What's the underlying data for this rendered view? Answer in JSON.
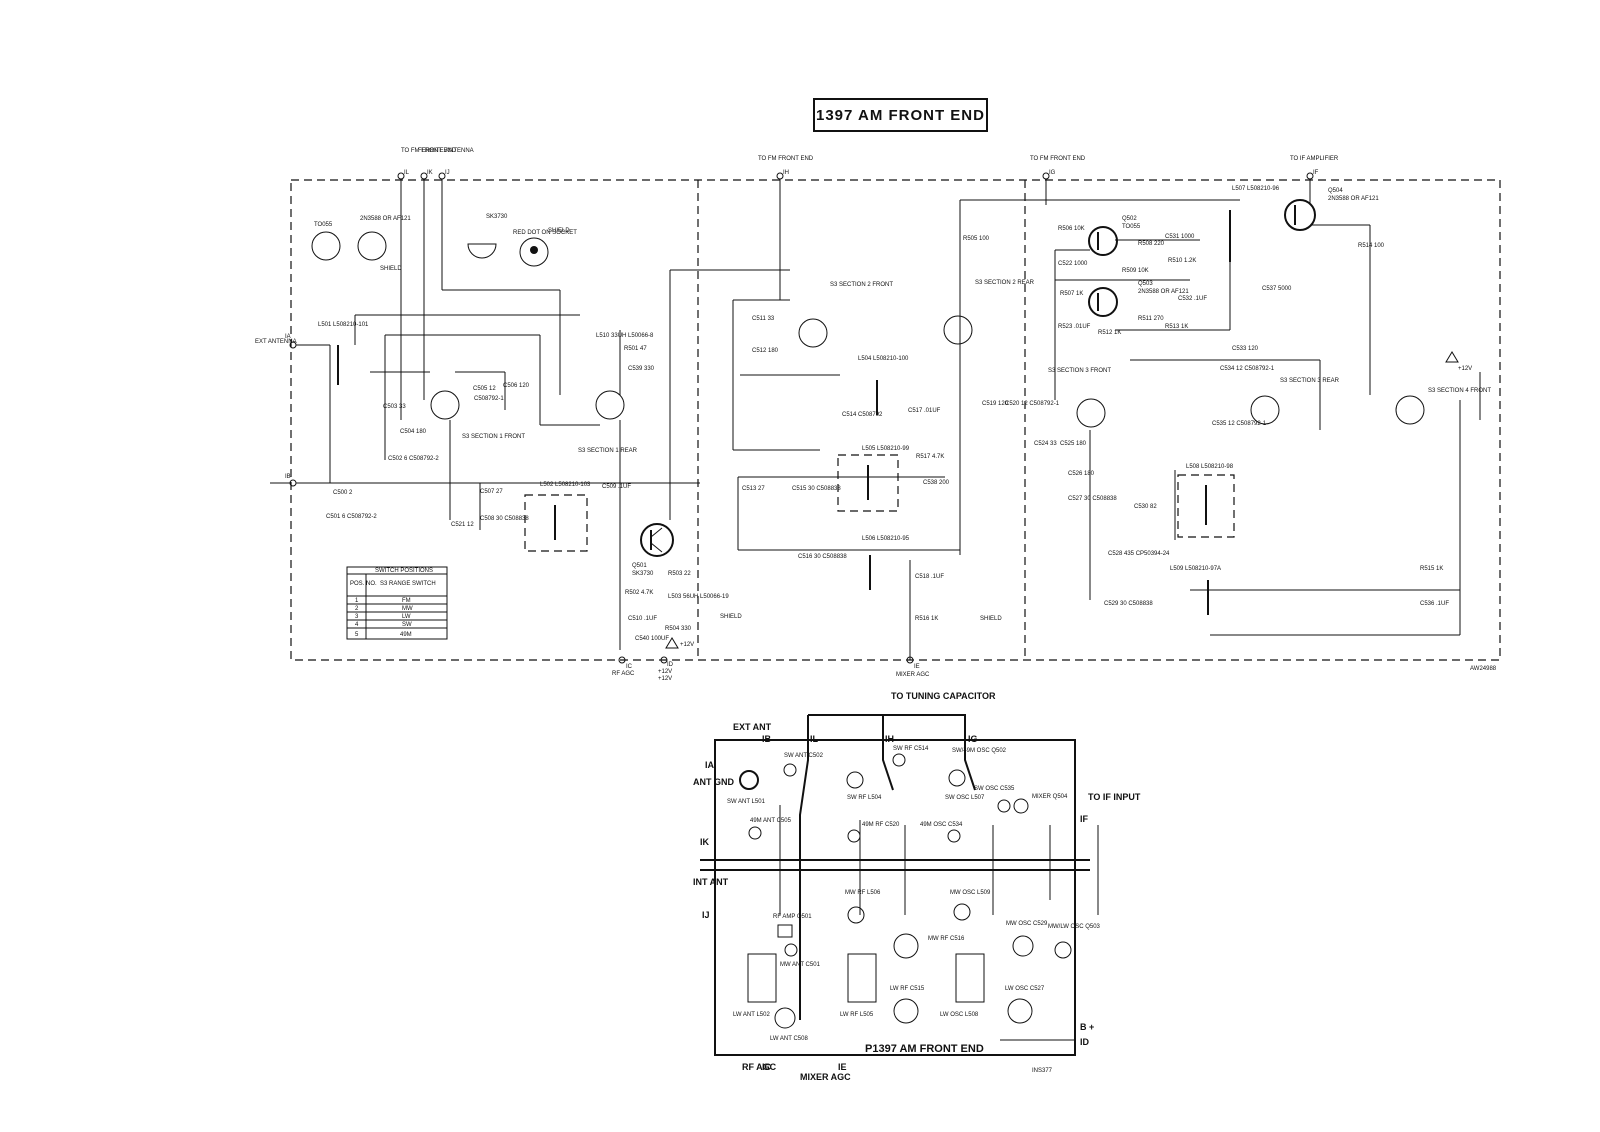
{
  "title": "1397 AM FRONT END",
  "schematic": {
    "top_terminals": [
      {
        "label": "TO FM FRONT END",
        "pin": "IL"
      },
      {
        "label": "FERRITE ANTENNA",
        "pin": "IK"
      },
      {
        "label": "",
        "pin": "IJ"
      },
      {
        "label": "TO FM FRONT END",
        "pin": "IH"
      },
      {
        "label": "TO FM FRONT END",
        "pin": "IG"
      },
      {
        "label": "TO IF AMPLIFIER",
        "pin": "IF"
      }
    ],
    "left_terminals": [
      {
        "label": "EXT ANTENNA",
        "pin": "IA"
      },
      {
        "label": "",
        "pin": "IB"
      }
    ],
    "bottom_terminals": [
      {
        "label": "RF AGC",
        "pin": "IC"
      },
      {
        "label": "+12V",
        "pin": "ID"
      },
      {
        "label": "MIXER AGC",
        "pin": "IE"
      }
    ],
    "transistor_pinouts": [
      "TO055",
      "2N3588 OR AF121",
      "SK3730"
    ],
    "pinout_notes": [
      "SHIELD",
      "RED DOT ON SOCKET",
      "SHIELD"
    ],
    "transistors": [
      {
        "ref": "Q501",
        "type": "SK3730"
      },
      {
        "ref": "Q502",
        "type": "TO055"
      },
      {
        "ref": "Q503",
        "type": "2N3588 OR AF121"
      },
      {
        "ref": "Q504",
        "type": "2N3588 OR AF121"
      }
    ],
    "components": [
      "L501 L508210-101",
      "C503 33",
      "C504 180",
      "C502 6 C508792-2",
      "C505 12",
      "C506 120",
      "C508792-1",
      "C500 2",
      "C501 6 C508792-2",
      "C521 12",
      "C507 27",
      "C508 30 C508838",
      "L502 L508210-103",
      "L510 33UH L50066-8",
      "R501 47",
      "C539 330",
      "C509 .1UF",
      "R502 4.7K",
      "R503 22",
      "L503 56UH L50066-19",
      "C510 .1UF",
      "C540 100UF",
      "R504 330",
      "C511 33",
      "C512 180",
      "L504 L508210-100",
      "C514 C508792",
      "C517 .01UF",
      "L505 L508210-99",
      "R517 4.7K",
      "C538 200",
      "C513 27",
      "C515 30 C508838",
      "L506 L508210-95",
      "C516 30 C508838",
      "C518 .1UF",
      "R516 1K",
      "R505 100",
      "C519 120",
      "C520 12 C508792-1",
      "R506 10K",
      "R508 220",
      "C531 1000",
      "C522 1000",
      "R509 10K",
      "R510 1.2K",
      "L507 L508210-96",
      "R514 100",
      "C537 5000",
      "R507 1K",
      "R511 270",
      "C532 .1UF",
      "R523 .01UF",
      "R512 1K",
      "R513 1K",
      "C533 120",
      "C534 12 C508792-1",
      "C535 12 C508792-1",
      "C524 33",
      "C525 180",
      "C526 180",
      "C527 30 C508838",
      "C530 82",
      "L508 L508210-98",
      "C528 435 CP50394-24",
      "L509 L508210-97A",
      "C529 30 C508838",
      "R515 1K",
      "C536 .1UF"
    ],
    "switch_sections": [
      "S3 SECTION 1 FRONT",
      "S3 SECTION 1 REAR",
      "S3 SECTION 2 FRONT",
      "S3 SECTION 2 REAR",
      "S3 SECTION 3 FRONT",
      "S3 SECTION 3 REAR",
      "S3 SECTION 4 FRONT"
    ],
    "shield_labels": [
      "SHIELD",
      "SHIELD"
    ],
    "supply_labels": [
      "+12V",
      "+12V",
      "+12V"
    ],
    "drawing_number": "AW24988"
  },
  "switch_table": {
    "title": "SWITCH POSITIONS",
    "col1": "POS. NO.",
    "col2": "S3 RANGE SWITCH",
    "rows": [
      {
        "pos": "1",
        "range": "FM"
      },
      {
        "pos": "2",
        "range": "MW"
      },
      {
        "pos": "3",
        "range": "LW"
      },
      {
        "pos": "4",
        "range": "SW"
      },
      {
        "pos": "5",
        "range": "49M"
      }
    ]
  },
  "board": {
    "title": "P1397 AM FRONT END",
    "top_label": "TO TUNING CAPACITOR",
    "drawing_number": "INS377",
    "edge_labels": [
      {
        "text": "EXT ANT",
        "pin": "IB"
      },
      {
        "text": "",
        "pin": "IL"
      },
      {
        "text": "",
        "pin": "IH"
      },
      {
        "text": "",
        "pin": "IG"
      },
      {
        "text": "",
        "pin": "IA"
      },
      {
        "text": "ANT GND",
        "pin": ""
      },
      {
        "text": "",
        "pin": "IK"
      },
      {
        "text": "INT ANT",
        "pin": ""
      },
      {
        "text": "",
        "pin": "IJ"
      },
      {
        "text": "TO IF INPUT",
        "pin": "IF"
      },
      {
        "text": "B +",
        "pin": "ID"
      },
      {
        "text": "RF AGC",
        "pin": "IC"
      },
      {
        "text": "MIXER AGC",
        "pin": "IE"
      }
    ],
    "parts": [
      "SW ANT C502",
      "SW ANT L501",
      "49M ANT C505",
      "SW RF L504",
      "SW RF C514",
      "49M RF C520",
      "49M OSC C534",
      "SW OSC L507",
      "SW/49M OSC Q502",
      "SW OSC C535",
      "MIXER Q504",
      "MW RF L506",
      "MW OSC L509",
      "RF AMP Q501",
      "MW ANT C501",
      "MW RF C516",
      "MW OSC C529",
      "MW/LW OSC Q503",
      "LW ANT L502",
      "LW RF L505",
      "LW RF C515",
      "LW OSC L508",
      "LW OSC C527",
      "LW ANT C508"
    ]
  }
}
